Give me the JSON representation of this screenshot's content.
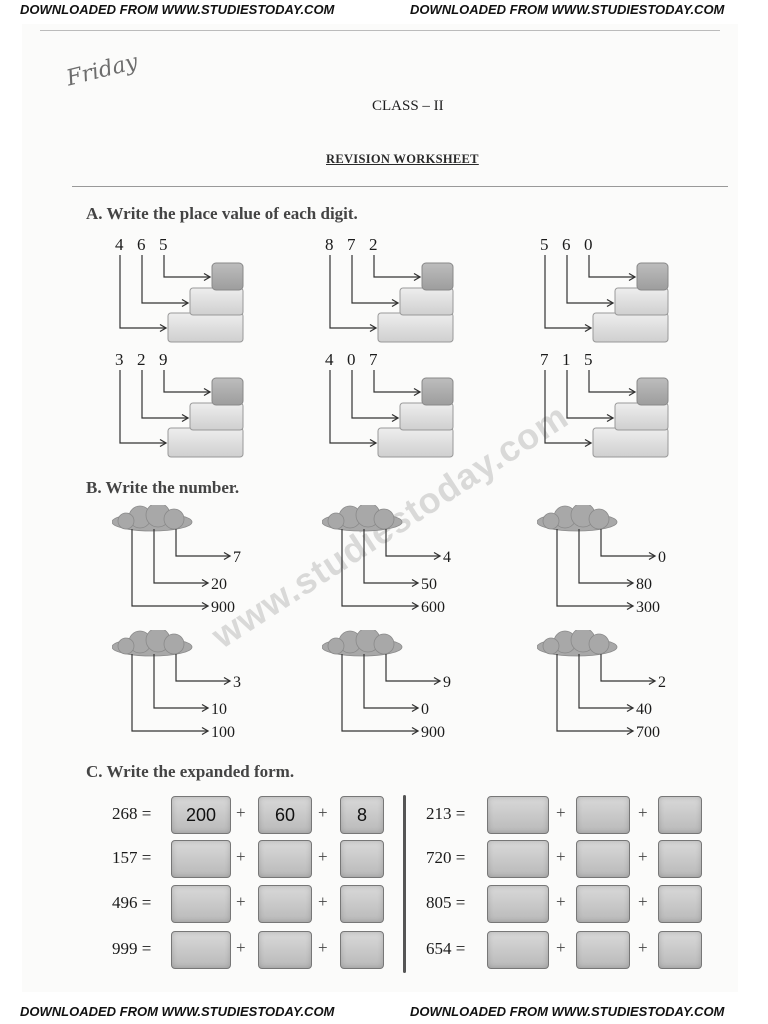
{
  "banner": {
    "left": "DOWNLOADED FROM WWW.STUDIESTODAY.COM",
    "right": "DOWNLOADED FROM WWW.STUDIESTODAY.COM"
  },
  "handwriting": "Friday",
  "header": {
    "class_label": "CLASS – II",
    "worksheet_title": "REVISION WORKSHEET"
  },
  "watermark": "www.studiestoday.com",
  "section_a": {
    "heading": "A.  Write the place value of each digit.",
    "numbers": [
      [
        "4",
        "6",
        "5"
      ],
      [
        "8",
        "7",
        "2"
      ],
      [
        "5",
        "6",
        "0"
      ],
      [
        "3",
        "2",
        "9"
      ],
      [
        "4",
        "0",
        "7"
      ],
      [
        "7",
        "1",
        "5"
      ]
    ]
  },
  "section_b": {
    "heading": "B.  Write the number.",
    "items": [
      [
        "7",
        "20",
        "900"
      ],
      [
        "4",
        "50",
        "600"
      ],
      [
        "0",
        "80",
        "300"
      ],
      [
        "3",
        "10",
        "100"
      ],
      [
        "9",
        "0",
        "900"
      ],
      [
        "2",
        "40",
        "700"
      ]
    ]
  },
  "section_c": {
    "heading": "C.  Write the expanded form.",
    "left": [
      {
        "label": "268 =",
        "boxes": [
          "200",
          "60",
          "8"
        ]
      },
      {
        "label": "157 =",
        "boxes": [
          "",
          "",
          ""
        ]
      },
      {
        "label": "496 =",
        "boxes": [
          "",
          "",
          ""
        ]
      },
      {
        "label": "999 =",
        "boxes": [
          "",
          "",
          ""
        ]
      }
    ],
    "right": [
      {
        "label": "213 =",
        "boxes": [
          "",
          "",
          ""
        ]
      },
      {
        "label": "720 =",
        "boxes": [
          "",
          "",
          ""
        ]
      },
      {
        "label": "805 =",
        "boxes": [
          "",
          "",
          ""
        ]
      },
      {
        "label": "654 =",
        "boxes": [
          "",
          "",
          ""
        ]
      }
    ],
    "plus": "+"
  }
}
